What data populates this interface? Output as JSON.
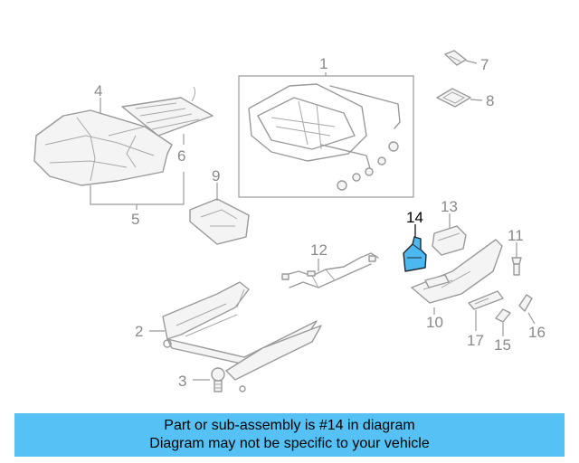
{
  "highlight": {
    "label": "14",
    "color": "#4db8f0"
  },
  "callouts": [
    "1",
    "2",
    "3",
    "4",
    "5",
    "6",
    "7",
    "8",
    "9",
    "10",
    "11",
    "12",
    "13",
    "15",
    "16",
    "17"
  ],
  "banner": {
    "line1": "Part or sub-assembly is #14 in diagram",
    "line2": "Diagram may not be specific to your vehicle",
    "color": "#55c1f4"
  }
}
